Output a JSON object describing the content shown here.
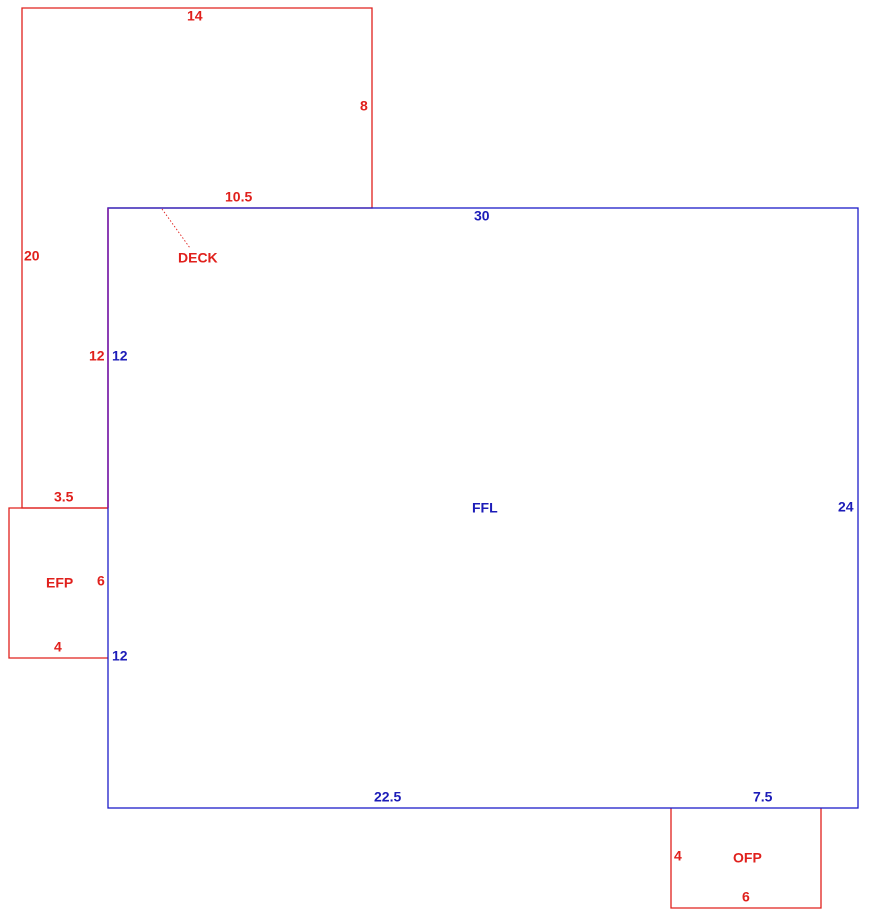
{
  "colors": {
    "addition": "#e0201c",
    "main": "#1c1cc8"
  },
  "areas": {
    "deck": {
      "name": "DECK",
      "dims": {
        "top": "14",
        "right_upper": "8",
        "bottom_right": "10.5",
        "left": "20",
        "right_lower": "12",
        "bottom": "3.5"
      }
    },
    "ffl": {
      "name": "FFL",
      "dims": {
        "top": "30",
        "right": "24",
        "left_upper": "12",
        "left_lower": "12",
        "bottom_left": "22.5",
        "bottom_right": "7.5"
      }
    },
    "efp": {
      "name": "EFP",
      "dims": {
        "top": "3.5",
        "right": "6",
        "bottom": "4"
      }
    },
    "ofp": {
      "name": "OFP",
      "dims": {
        "left": "4",
        "bottom": "6"
      }
    }
  }
}
